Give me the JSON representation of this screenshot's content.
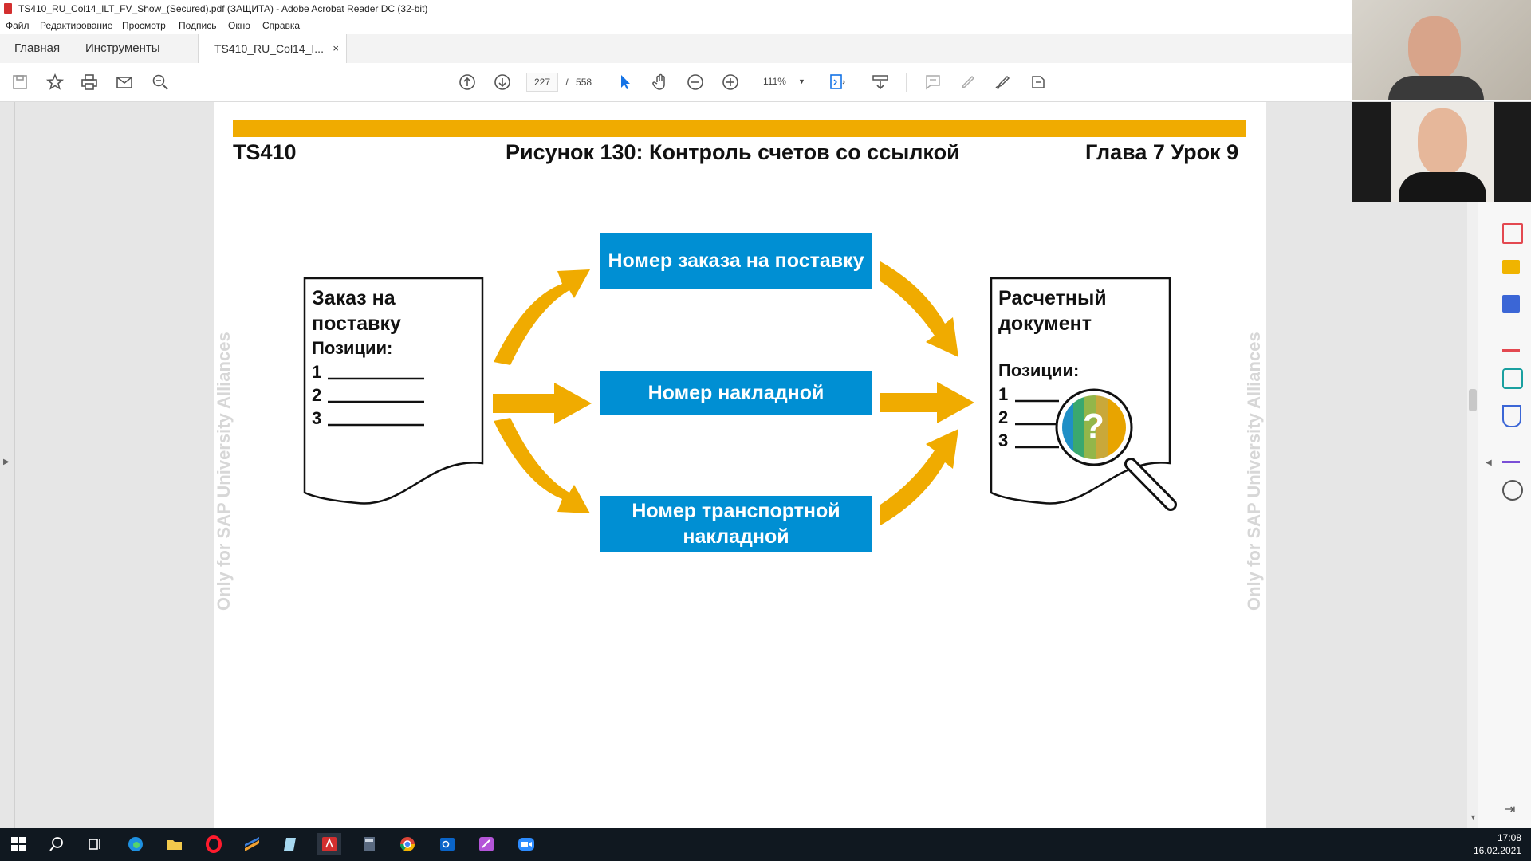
{
  "window": {
    "title": "TS410_RU_Col14_ILT_FV_Show_(Secured).pdf (ЗАЩИТА) - Adobe Acrobat Reader DC (32-bit)"
  },
  "menu": [
    "Файл",
    "Редактирование",
    "Просмотр",
    "Подпись",
    "Окно",
    "Справка"
  ],
  "tabs": {
    "home": "Главная",
    "tools": "Инструменты",
    "document": "TS410_RU_Col14_I...",
    "close": "×"
  },
  "toolbar": {
    "current_page": "227",
    "separator": "/",
    "total_pages": "558",
    "zoom": "111%"
  },
  "slide": {
    "left_header": "TS410",
    "center_header": "Рисунок 130: Контроль счетов со ссылкой",
    "right_header": "Глава 7 Урок 9",
    "watermark": "Only for SAP University Alliances",
    "left_doc": {
      "line1": "Заказ на",
      "line2": "поставку",
      "line3": "Позиции:",
      "items": [
        "1",
        "2",
        "3"
      ]
    },
    "boxes": [
      "Номер заказа на поставку",
      "Номер накладной",
      "Номер транспортной накладной"
    ],
    "right_doc": {
      "line1": "Расчетный",
      "line2": "документ",
      "line3": "Позиции:",
      "items": [
        "1",
        "2",
        "3"
      ]
    },
    "question": "?"
  },
  "clock": {
    "time": "17:08",
    "date": "16.02.2021"
  },
  "colors": {
    "gold": "#f0ab00",
    "blue": "#008fd3",
    "arrow": "#f0ab00"
  }
}
